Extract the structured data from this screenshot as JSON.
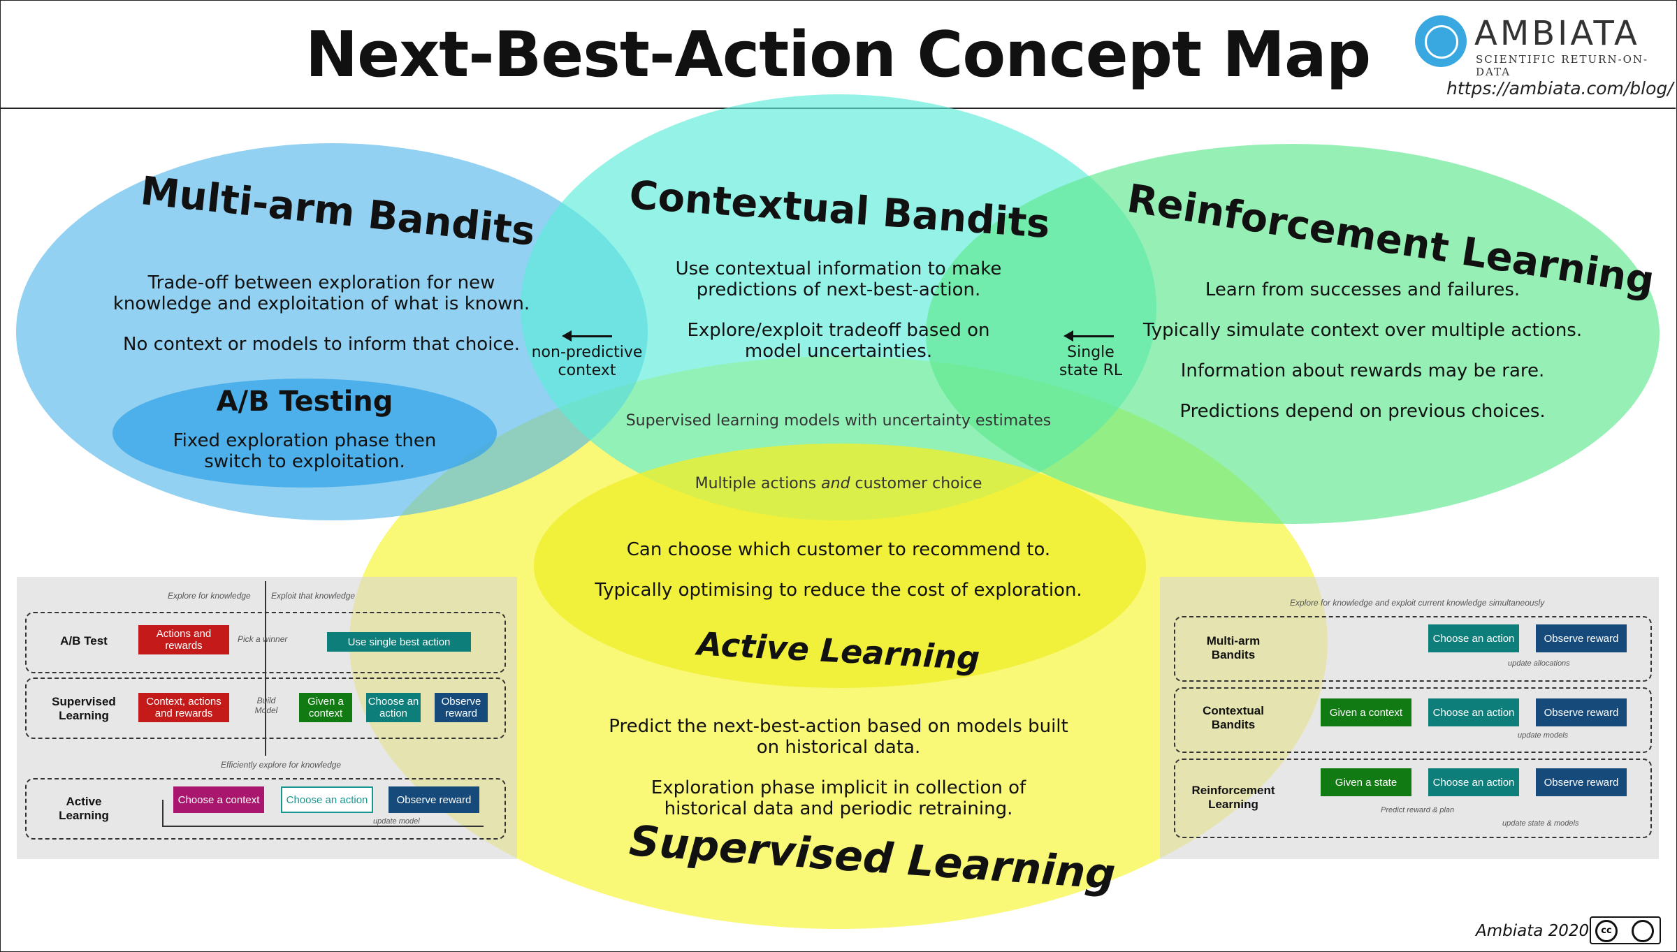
{
  "header": {
    "title": "Next-Best-Action Concept Map",
    "brand": "AMBIATA",
    "tagline": "SCIENTIFIC RETURN-ON-DATA",
    "url": "https://ambiata.com/blog/"
  },
  "circles": {
    "multi_arm": {
      "title": "Multi-arm Bandits",
      "line1": "Trade-off between exploration for new",
      "line2": "knowledge and exploitation of what is known.",
      "line3": "No context or models to inform that choice."
    },
    "ab_testing": {
      "title": "A/B Testing",
      "line1": "Fixed exploration phase then",
      "line2": "switch to exploitation."
    },
    "contextual": {
      "title": "Contextual Bandits",
      "line1": "Use contextual information to make",
      "line2": "predictions of next-best-action.",
      "line3": "Explore/exploit tradeoff based on",
      "line4": "model uncertainties."
    },
    "reinforcement": {
      "title": "Reinforcement Learning",
      "line1": "Learn from successes and failures.",
      "line2": "Typically simulate context over multiple actions.",
      "line3": "Information about rewards may be rare.",
      "line4": "Predictions depend on previous choices."
    },
    "overlap": {
      "non_predictive_1": "non-predictive",
      "non_predictive_2": "context",
      "single_state_1": "Single",
      "single_state_2": "state RL",
      "uncertainty": "Supervised learning models with uncertainty estimates",
      "multiple_pre": "Multiple actions ",
      "multiple_and": "and",
      "multiple_post": " customer choice"
    },
    "active": {
      "line1": "Can choose which customer to recommend to.",
      "line2": "Typically optimising to reduce the cost of exploration.",
      "title": "Active Learning"
    },
    "supervised": {
      "line1": "Predict the next-best-action based on models built",
      "line2": "on historical data.",
      "line3": "Exploration phase implicit in collection of",
      "line4": "historical data and periodic retraining.",
      "title": "Supervised Learning"
    }
  },
  "colors": {
    "multi_arm": "#4fb5ea",
    "ab_testing": "#3aa7e8",
    "contextual": "#5aecd8",
    "reinforcement": "#5ee88f",
    "supervised": "#f6f542",
    "active": "#eeee2a"
  },
  "left_panel": {
    "explore_note": "Explore for knowledge",
    "exploit_note": "Exploit that knowledge",
    "ab_label": "A/B Test",
    "ab_box1": "Actions and rewards",
    "pick_winner": "Pick a winner",
    "ab_box2": "Use single best action",
    "sl_label": "Supervised Learning",
    "sl_box1": "Context, actions and rewards",
    "build_model": "Build Model",
    "sl_box2": "Given a context",
    "sl_box3": "Choose an action",
    "sl_box4": "Observe reward",
    "efficient_note": "Efficiently explore for knowledge",
    "al_label": "Active Learning",
    "al_box1": "Choose a context",
    "al_box2": "Choose an action",
    "al_box3": "Observe reward",
    "al_update": "update model"
  },
  "right_panel": {
    "top_note": "Explore for knowledge and exploit current knowledge simultaneously",
    "mab_label": "Multi-arm Bandits",
    "mab_box1": "Choose an action",
    "mab_box2": "Observe reward",
    "mab_update": "update allocations",
    "cb_label": "Contextual Bandits",
    "cb_box1": "Given a context",
    "cb_box2": "Choose an action",
    "cb_box3": "Observe reward",
    "cb_update": "update models",
    "rl_label": "Reinforcement Learning",
    "rl_box1": "Given a state",
    "rl_box2": "Choose an action",
    "rl_box3": "Observe reward",
    "rl_predict": "Predict reward & plan",
    "rl_update": "update state & models"
  },
  "footer": {
    "credit": "Ambiata 2020",
    "cc_text": "cc"
  }
}
